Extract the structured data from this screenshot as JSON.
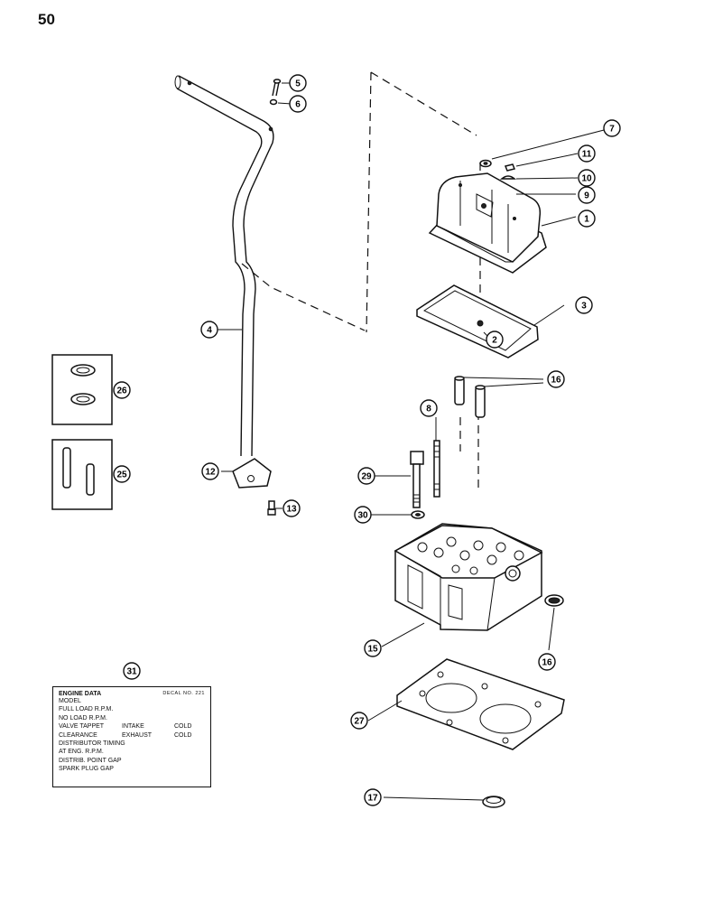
{
  "page_number": "50",
  "callouts": [
    "1",
    "2",
    "3",
    "4",
    "5",
    "6",
    "7",
    "8",
    "9",
    "10",
    "11",
    "12",
    "13",
    "15",
    "16",
    "16",
    "17",
    "25",
    "26",
    "27",
    "29",
    "30",
    "31"
  ],
  "decal": {
    "title": "ENGINE DATA",
    "decal_no": "DECAL NO. 221",
    "rows": [
      [
        "MODEL",
        "",
        ""
      ],
      [
        "FULL LOAD R.P.M.",
        "",
        ""
      ],
      [
        "NO LOAD R.P.M.",
        "",
        ""
      ],
      [
        "VALVE TAPPET",
        "INTAKE",
        "COLD"
      ],
      [
        "   CLEARANCE",
        "EXHAUST",
        "COLD"
      ],
      [
        "DISTRIBUTOR TIMING",
        "",
        ""
      ],
      [
        "AT        ENG. R.P.M.",
        "",
        ""
      ],
      [
        "DISTRIB. POINT GAP",
        "",
        ""
      ],
      [
        "SPARK PLUG GAP",
        "",
        ""
      ]
    ]
  }
}
